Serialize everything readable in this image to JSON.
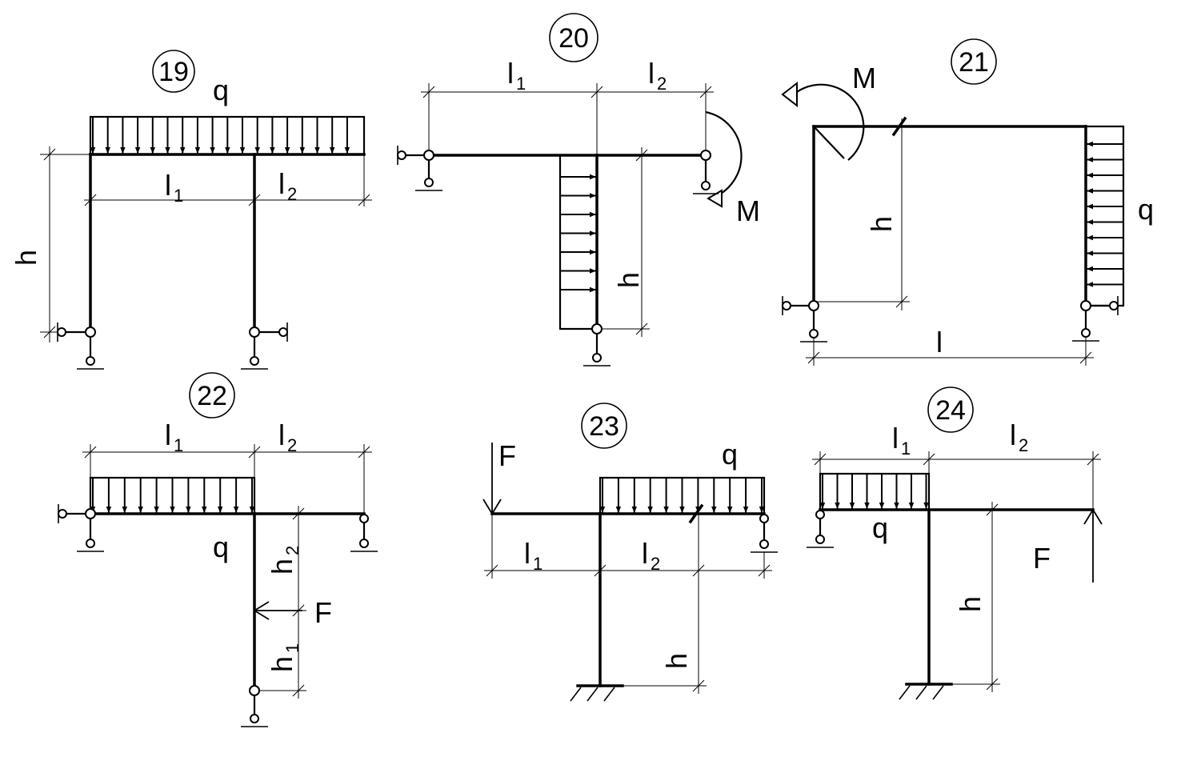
{
  "labels": {
    "q": "q",
    "M": "M",
    "F": "F",
    "h": "h",
    "l": "l",
    "sub1": "1",
    "sub2": "2"
  },
  "schemes": [
    {
      "number": "19"
    },
    {
      "number": "20"
    },
    {
      "number": "21"
    },
    {
      "number": "22"
    },
    {
      "number": "23"
    },
    {
      "number": "24"
    }
  ]
}
